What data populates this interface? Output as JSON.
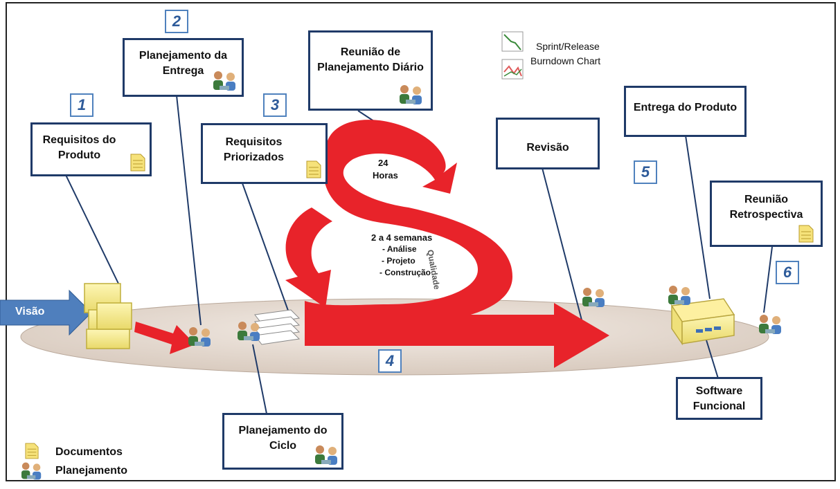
{
  "boxes": {
    "requisitos_produto": "Requisitos do Produto",
    "planejamento_entrega": "Planejamento da Entrega",
    "requisitos_priorizados": "Requisitos Priorizados",
    "reuniao_diario": "Reunião de Planejamento Diário",
    "revisao": "Revisão",
    "entrega_produto": "Entrega do Produto",
    "reuniao_retro": "Reunião Retrospectiva",
    "software_funcional": "Software Funcional",
    "planejamento_ciclo": "Planejamento do Ciclo"
  },
  "numbers": [
    "1",
    "2",
    "3",
    "4",
    "5",
    "6"
  ],
  "visao": "Visão",
  "loop": {
    "hours_num": "24",
    "hours_label": "Horas",
    "weeks": "2 a 4 semanas",
    "analise": "- Análise",
    "projeto": "- Projeto",
    "construcao": "- Construção",
    "qualidade": "Qualidade"
  },
  "burndown": {
    "line1": "Sprint/Release",
    "line2": "Burndown Chart"
  },
  "legend": {
    "documentos": "Documentos",
    "planejamento": "Planejamento"
  },
  "colors": {
    "arrow_red": "#e8232a",
    "box_border": "#1f3a68",
    "number_border": "#4f81bd",
    "ellipse": "#e6dbd3",
    "visao_arrow": "#4f7fbd"
  },
  "icons": {
    "document": "document-icon",
    "people": "people-meeting-icon",
    "burndown": "burndown-chart-icon"
  }
}
